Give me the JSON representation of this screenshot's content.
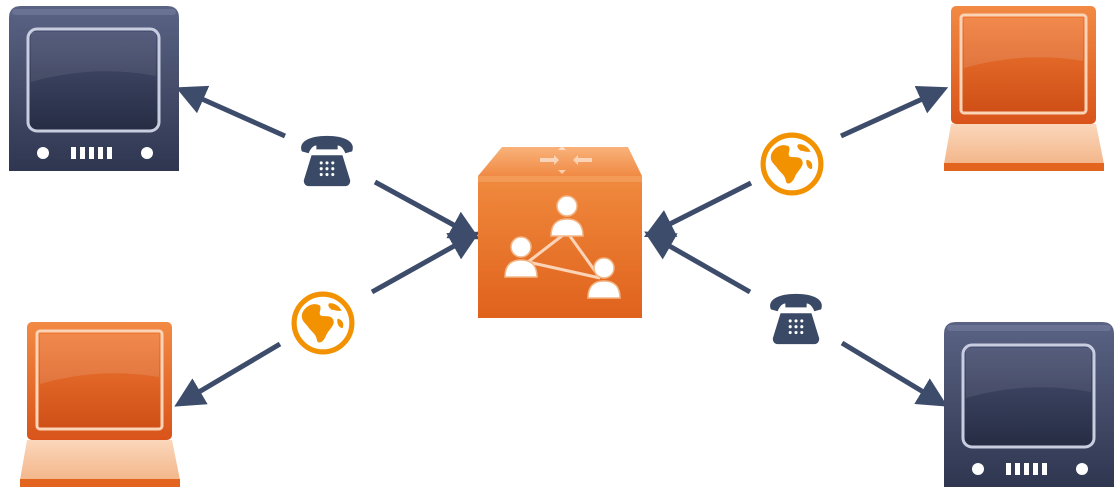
{
  "diagram": {
    "colors": {
      "arrow": "#3d4c6a",
      "orange": "#e8671e",
      "globe_orange": "#f39200",
      "phone_navy": "#3a4a66",
      "monitor_navy": "#3e4663"
    },
    "hub": {
      "icon": "conference-bridge-icon"
    },
    "devices": [
      {
        "id": "top-left",
        "icon": "video-monitor-icon"
      },
      {
        "id": "bottom-left",
        "icon": "laptop-icon"
      },
      {
        "id": "top-right",
        "icon": "laptop-icon"
      },
      {
        "id": "bottom-right",
        "icon": "video-monitor-icon"
      }
    ],
    "links": [
      {
        "device": "top-left",
        "medium": "phone-icon"
      },
      {
        "device": "bottom-left",
        "medium": "globe-icon"
      },
      {
        "device": "top-right",
        "medium": "globe-icon"
      },
      {
        "device": "bottom-right",
        "medium": "phone-icon"
      }
    ]
  }
}
